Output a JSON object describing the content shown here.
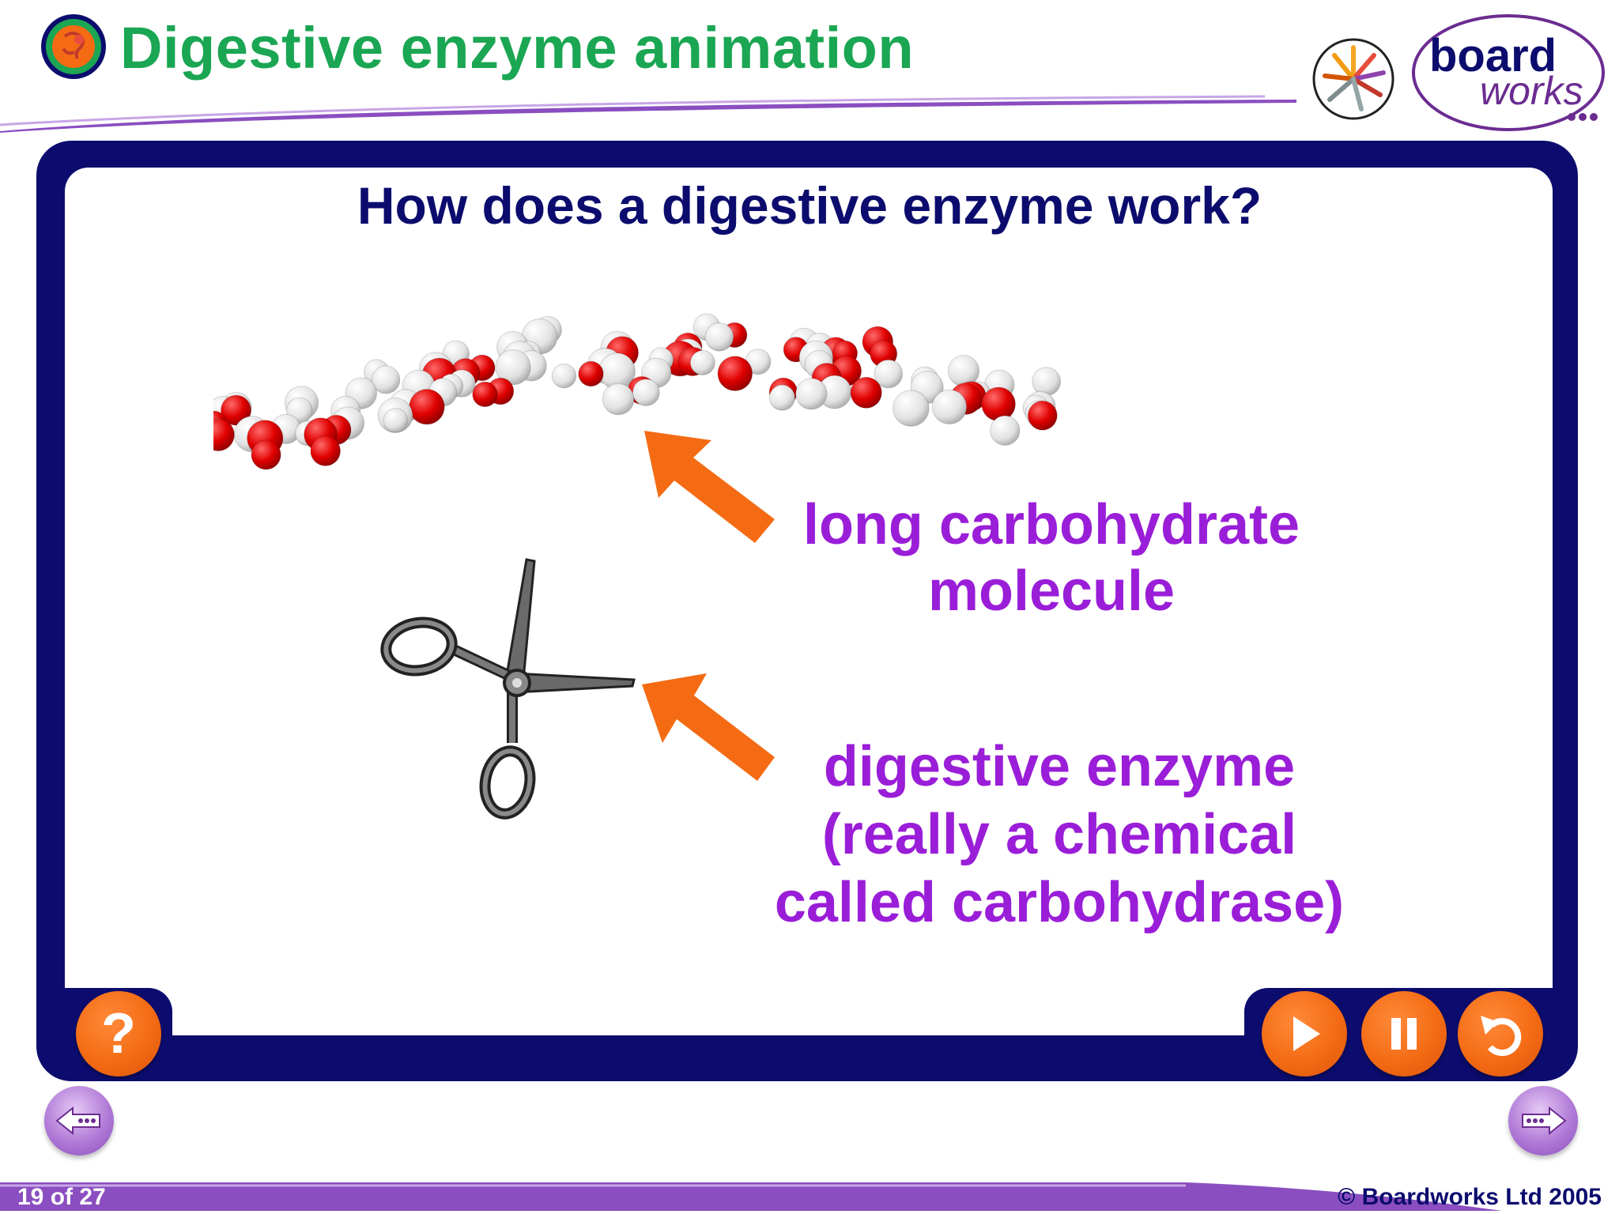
{
  "header": {
    "title": "Digestive enzyme animation",
    "icon": "digestive-system-icon",
    "logo": {
      "top": "board",
      "bottom": "works"
    }
  },
  "slide": {
    "question": "How does a digestive enzyme work?",
    "molecule_label": [
      "long carbohydrate",
      "molecule"
    ],
    "enzyme_label": [
      "digestive enzyme",
      "(really a chemical",
      "called carbohydrase)"
    ]
  },
  "controls": {
    "help_label": "?",
    "play_icon": "play-icon",
    "pause_icon": "pause-icon",
    "replay_icon": "replay-icon"
  },
  "navigation": {
    "prev_icon": "prev-arrow-icon",
    "next_icon": "next-arrow-icon"
  },
  "footer": {
    "page_counter": "19 of 27",
    "copyright": "© Boardworks Ltd 2005"
  },
  "colors": {
    "title_green": "#1aa652",
    "frame_navy": "#0c0c6e",
    "label_purple": "#9a1ed8",
    "arrow_orange": "#f46b14",
    "nav_purple": "#8a4ec0"
  }
}
